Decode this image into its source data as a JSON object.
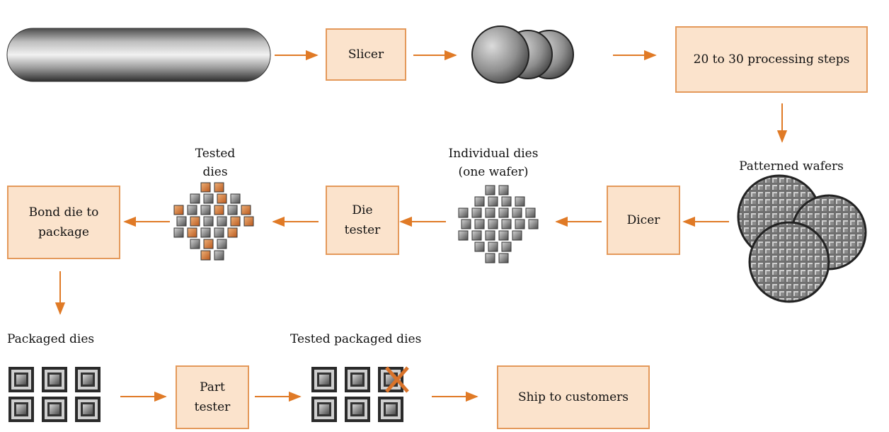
{
  "process_boxes": {
    "slicer": "Slicer",
    "processing": "20 to 30 processing steps",
    "dicer": "Dicer",
    "die_tester": "Die\ntester",
    "bond": "Bond die to\npackage",
    "part_tester": "Part\ntester",
    "ship": "Ship to customers"
  },
  "labels": {
    "patterned_wafers": "Patterned wafers",
    "individual_dies": "Individual dies\n(one wafer)",
    "tested_dies": "Tested\ndies",
    "packaged_dies": "Packaged dies",
    "tested_packaged_dies": "Tested packaged dies"
  },
  "colors": {
    "box_fill": "#fbe3cc",
    "box_border": "#e4995a",
    "arrow": "#e07a26",
    "failed_die": "#d9732a",
    "good_die": "#7d7d7d"
  },
  "icons": {
    "ingot": "silicon-ingot-icon",
    "blank_wafers": "blank-wafers-icon",
    "patterned_wafers": "patterned-wafers-icon",
    "dies": "die-grid-icon",
    "packages": "packaged-die-icon",
    "reject_mark": "reject-x-icon"
  }
}
